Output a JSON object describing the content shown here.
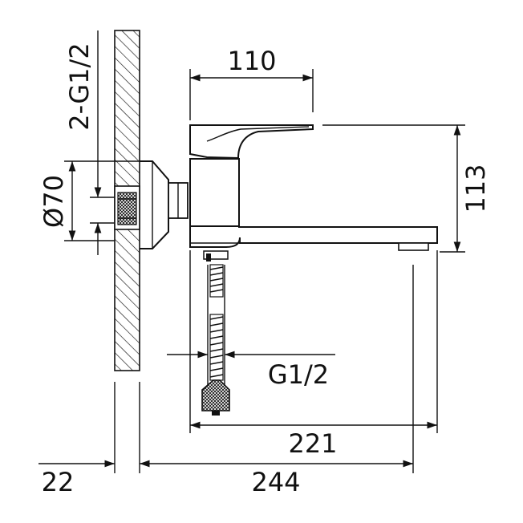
{
  "dimensions": {
    "top_width": "110",
    "height": "113",
    "thread_vertical": "2-G1/2",
    "diameter": "Ø70",
    "hose_thread": "G1/2",
    "spout_reach": "221",
    "wall_thickness": "22",
    "total_reach": "244"
  },
  "colors": {
    "ink": "#111111",
    "background": "#ffffff"
  }
}
